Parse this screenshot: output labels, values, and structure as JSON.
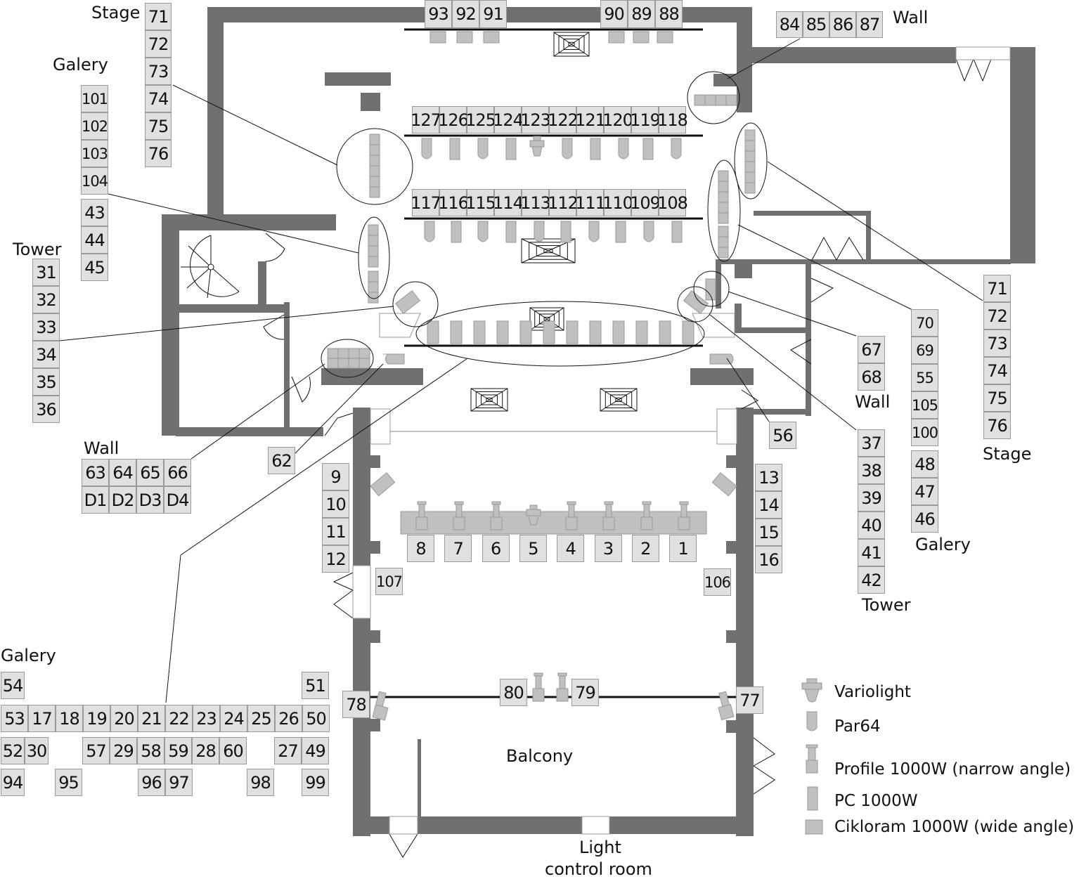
{
  "title": "Theatre lighting plan",
  "colors": {
    "wall": "#707070",
    "fixture": "#c0c0c0",
    "box": "#e0e0e0",
    "line": "#111111"
  },
  "labels": {
    "stage_top_left": "Stage",
    "galery_top_left": "Galery",
    "tower_left": "Tower",
    "wall_left": "Wall",
    "wall_top_right": "Wall",
    "wall_right": "Wall",
    "galery_right": "Galery",
    "stage_right": "Stage",
    "tower_right": "Tower",
    "galery_bottom_left": "Galery",
    "balcony": "Balcony",
    "light_control_1": "Light",
    "light_control_2": "control room"
  },
  "legend": [
    {
      "icon": "variolight-icon",
      "label": "Variolight"
    },
    {
      "icon": "par64-icon",
      "label": "Par64"
    },
    {
      "icon": "profile-icon",
      "label": "Profile 1000W (narrow angle)"
    },
    {
      "icon": "pc-icon",
      "label": "PC 1000W"
    },
    {
      "icon": "cikloram-icon",
      "label": "Cikloram 1000W (wide angle)"
    }
  ],
  "groups": {
    "stage_left_col": [
      "71",
      "72",
      "73",
      "74",
      "75",
      "76"
    ],
    "galery_left_col": [
      "101",
      "102",
      "103",
      "104"
    ],
    "galery_left_col2": [
      "43",
      "44",
      "45"
    ],
    "tower_left_col": [
      "31",
      "32",
      "33",
      "34",
      "35",
      "36"
    ],
    "wall_left_row1": [
      "63",
      "64",
      "65",
      "66"
    ],
    "wall_left_row2": [
      "D1",
      "D2",
      "D3",
      "D4"
    ],
    "top_bar_left": [
      "93",
      "92",
      "91"
    ],
    "top_bar_right": [
      "90",
      "89",
      "88"
    ],
    "wall_top_right": [
      "84",
      "85",
      "86",
      "87"
    ],
    "bar2": [
      "127",
      "126",
      "125",
      "124",
      "123",
      "122",
      "121",
      "120",
      "119",
      "118"
    ],
    "bar3": [
      "117",
      "116",
      "115",
      "114",
      "113",
      "112",
      "111",
      "110",
      "109",
      "108"
    ],
    "wall_right_col": [
      "67",
      "68"
    ],
    "galery_right_col": [
      "70",
      "69",
      "55",
      "105",
      "100"
    ],
    "galery_right_col2": [
      "48",
      "47",
      "46"
    ],
    "stage_right_col": [
      "71",
      "72",
      "73",
      "74",
      "75",
      "76"
    ],
    "tower_right_col": [
      "37",
      "38",
      "39",
      "40",
      "41",
      "42"
    ],
    "single_62": "62",
    "single_56": "56",
    "left_side_col": [
      "9",
      "10",
      "11",
      "12"
    ],
    "right_side_col": [
      "13",
      "14",
      "15",
      "16"
    ],
    "front_bar": [
      "8",
      "7",
      "6",
      "5",
      "4",
      "3",
      "2",
      "1"
    ],
    "single_107": "107",
    "single_106": "106",
    "balcony_78": "78",
    "balcony_80": "80",
    "balcony_79": "79",
    "balcony_77": "77",
    "gal_54": "54",
    "gal_51": "51",
    "gal_row1": [
      "53",
      "17",
      "18",
      "19",
      "20",
      "21",
      "22",
      "23",
      "24",
      "25",
      "26",
      "50"
    ],
    "gal_row2a": [
      "52",
      "30"
    ],
    "gal_row2b": [
      "57",
      "29",
      "58",
      "59",
      "28",
      "60"
    ],
    "gal_row2c": [
      "27",
      "49"
    ],
    "gal_94": "94",
    "gal_95": "95",
    "gal_row3": [
      "96",
      "97"
    ],
    "gal_98": "98",
    "gal_99": "99"
  }
}
